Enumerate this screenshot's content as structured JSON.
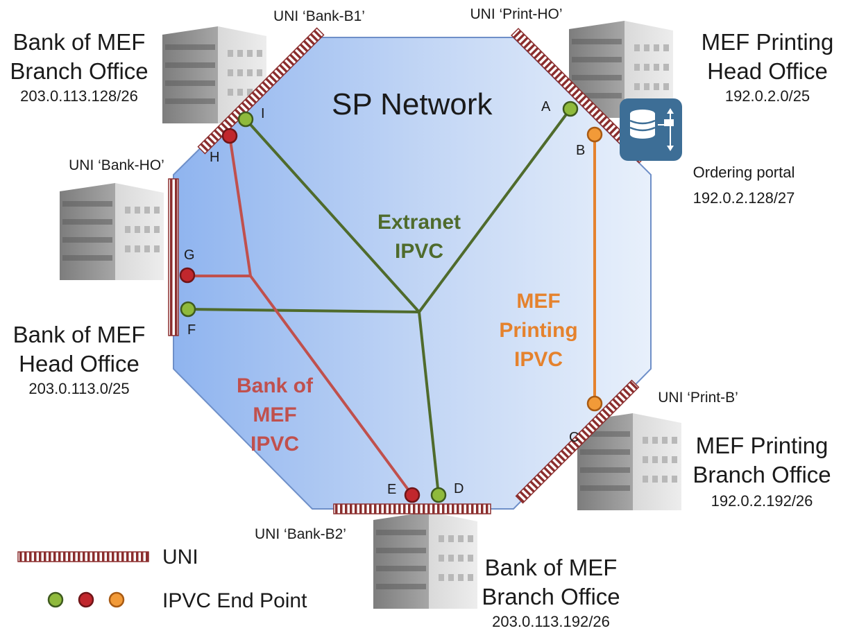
{
  "network": {
    "title": "SP Network",
    "colors": {
      "extranet": "#4f6b2c",
      "bank": "#c0504d",
      "printing": "#e5822d",
      "uni_stripe": "#8b2e2e",
      "ep_green": "#8fba3c",
      "ep_red": "#c1272d",
      "ep_orange": "#f29a38"
    }
  },
  "sites": {
    "bank_b1": {
      "line1": "Bank of MEF",
      "line2": "Branch Office",
      "ip": "203.0.113.128/26"
    },
    "print_ho": {
      "line1": "MEF Printing",
      "line2": "Head Office",
      "ip": "192.0.2.0/25"
    },
    "bank_ho": {
      "line1": "Bank of MEF",
      "line2": "Head Office",
      "ip": "203.0.113.0/25"
    },
    "print_b": {
      "line1": "MEF Printing",
      "line2": "Branch Office",
      "ip": "192.0.2.192/26"
    },
    "bank_b2": {
      "line1": "Bank of MEF",
      "line2": "Branch Office",
      "ip": "203.0.113.192/26"
    },
    "portal": {
      "label": "Ordering portal",
      "ip": "192.0.2.128/27",
      "icon": "database-server-icon"
    }
  },
  "unis": {
    "bank_b1": "UNI ‘Bank-B1’",
    "print_ho": "UNI ‘Print-HO’",
    "bank_ho": "UNI ‘Bank-HO’",
    "print_b": "UNI ‘Print-B’",
    "bank_b2": "UNI ‘Bank-B2’"
  },
  "endpoints": {
    "a": "A",
    "b": "B",
    "c": "C",
    "d": "D",
    "e": "E",
    "f": "F",
    "g": "G",
    "h": "H",
    "i": "I"
  },
  "ipvcs": {
    "extranet": {
      "line1": "Extranet",
      "line2": "IPVC"
    },
    "printing": {
      "line1": "MEF",
      "line2": "Printing",
      "line3": "IPVC"
    },
    "bank": {
      "line1": "Bank of",
      "line2": "MEF",
      "line3": "IPVC"
    }
  },
  "legend": {
    "uni": "UNI",
    "endpoint": "IPVC End Point"
  }
}
